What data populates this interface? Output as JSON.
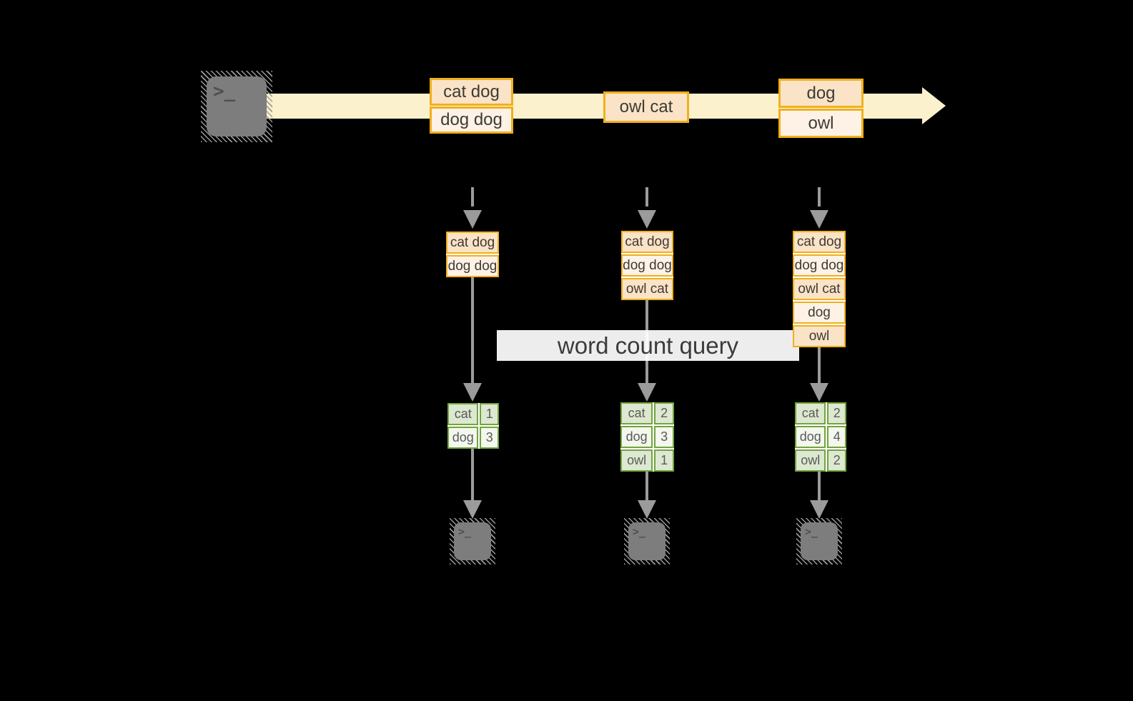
{
  "colors": {
    "background": "#000000",
    "stream_band": "#fcf1cd",
    "record_border": "#f0b01c",
    "record_fill_dark": "#fae3c6",
    "record_fill_light": "#fdf2e5",
    "table_border": "#73a43e",
    "table_fill_green": "#dce8d0",
    "table_fill_white": "#f3f7ee",
    "arrow_gray": "#9b9b9b",
    "terminal_gray": "#7d7d7d"
  },
  "terminal_glyph": ">_",
  "stream": {
    "batches": [
      {
        "rows": [
          "cat dog",
          "dog dog"
        ]
      },
      {
        "rows": [
          "owl cat"
        ]
      },
      {
        "rows": [
          "dog",
          "owl"
        ]
      }
    ]
  },
  "query": {
    "label": "word count query"
  },
  "pipelines": [
    {
      "state": [
        "cat dog",
        "dog dog"
      ],
      "counts": [
        {
          "word": "cat",
          "value": "1"
        },
        {
          "word": "dog",
          "value": "3"
        }
      ]
    },
    {
      "state": [
        "cat dog",
        "dog dog",
        "owl cat"
      ],
      "counts": [
        {
          "word": "cat",
          "value": "2"
        },
        {
          "word": "dog",
          "value": "3"
        },
        {
          "word": "owl",
          "value": "1"
        }
      ]
    },
    {
      "state": [
        "cat dog",
        "dog dog",
        "owl cat",
        "dog",
        "owl"
      ],
      "counts": [
        {
          "word": "cat",
          "value": "2"
        },
        {
          "word": "dog",
          "value": "4"
        },
        {
          "word": "owl",
          "value": "2"
        }
      ]
    }
  ]
}
